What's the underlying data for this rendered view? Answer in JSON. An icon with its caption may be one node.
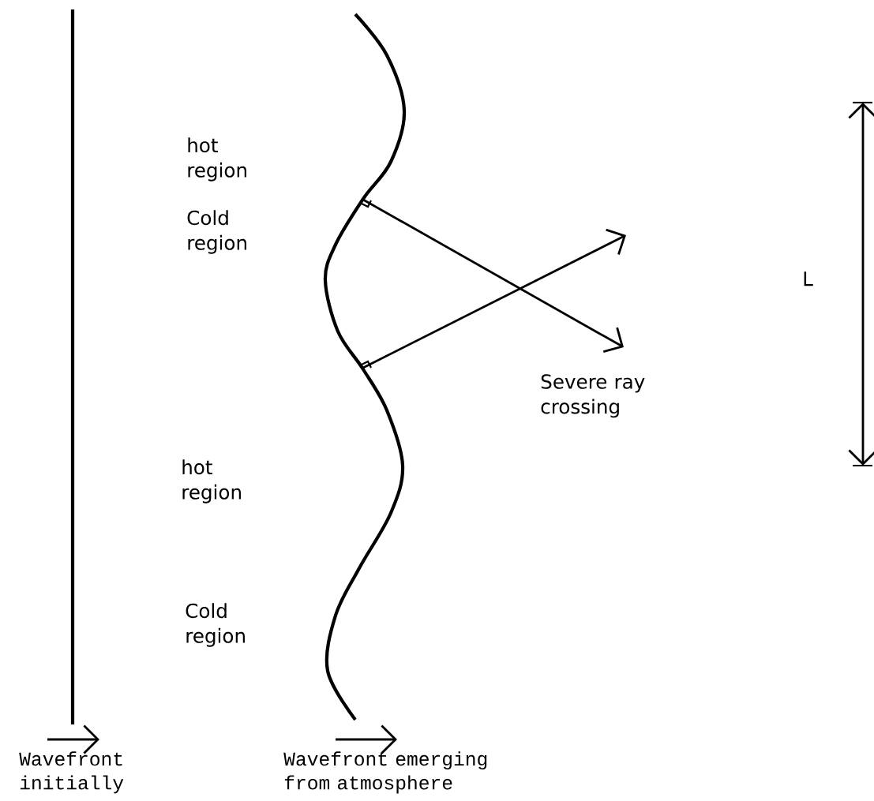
{
  "diagram": {
    "labels": [
      "hot region",
      "Cold region",
      "hot region",
      "Cold region",
      "Severe ray crossing",
      "L",
      "Wavefront initially",
      "Wavefront emerging from atmosphere"
    ]
  }
}
